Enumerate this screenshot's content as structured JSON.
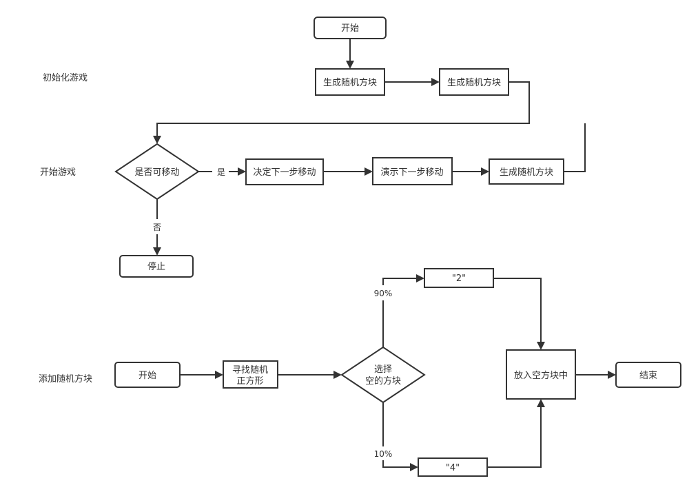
{
  "lanes": {
    "init": "初始化游戏",
    "play": "开始游戏",
    "add": "添加随机方块"
  },
  "nodes": {
    "start_top": "开始",
    "gen1": "生成随机方块",
    "gen2": "生成随机方块",
    "can_move": "是否可移动",
    "decide": "决定下一步移动",
    "demo": "演示下一步移动",
    "gen3": "生成随机方块",
    "stop": "停止",
    "start_bottom": "开始",
    "find_line1": "寻找随机",
    "find_line2": "正方形",
    "choose_line1": "选择",
    "choose_line2": "空的方块",
    "two": "\"2\"",
    "four": "\"4\"",
    "place": "放入空方块中",
    "end": "结束"
  },
  "edge_labels": {
    "yes": "是",
    "no": "否",
    "p90": "90%",
    "p10": "10%"
  }
}
